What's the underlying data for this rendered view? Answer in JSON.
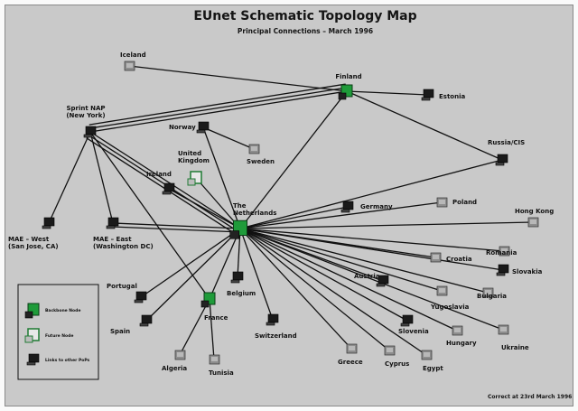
{
  "title": "EUnet Schematic Topology Map",
  "subtitle": "Principal Connections – March 1996",
  "footer": "Correct at 23rd March 1996",
  "colors": {
    "background": "#c9c9c9",
    "link": "#111111",
    "backbone_node": "#1f9b3a",
    "link_node": "#1a1a1a",
    "other_node": "#8d8d8d"
  },
  "legend": [
    {
      "label": "Backbone Node",
      "icon": "green-node-icon"
    },
    {
      "label": "Future Node",
      "icon": "hollow-node-icon"
    },
    {
      "label": "Links to other PoPs",
      "icon": "black-node-icon"
    }
  ],
  "nodes": [
    {
      "id": "iceland",
      "label": [
        "Iceland"
      ],
      "kind": "gray"
    },
    {
      "id": "finland",
      "label": [
        "Finland"
      ],
      "kind": "green"
    },
    {
      "id": "estonia",
      "label": [
        "Estonia"
      ],
      "kind": "black"
    },
    {
      "id": "sprint",
      "label": [
        "Sprint NAP",
        "(New York)"
      ],
      "kind": "black"
    },
    {
      "id": "norway",
      "label": [
        "Norway"
      ],
      "kind": "black"
    },
    {
      "id": "sweden",
      "label": [
        "Sweden"
      ],
      "kind": "gray"
    },
    {
      "id": "uk",
      "label": [
        "United",
        "Kingdom"
      ],
      "kind": "future"
    },
    {
      "id": "ireland",
      "label": [
        "Ireland"
      ],
      "kind": "black"
    },
    {
      "id": "russia",
      "label": [
        "Russia/CIS"
      ],
      "kind": "black"
    },
    {
      "id": "germany",
      "label": [
        "Germany"
      ],
      "kind": "black"
    },
    {
      "id": "poland",
      "label": [
        "Poland"
      ],
      "kind": "gray"
    },
    {
      "id": "hongkong",
      "label": [
        "Hong Kong"
      ],
      "kind": "gray"
    },
    {
      "id": "netherlands",
      "label": [
        "The",
        "Netherlands"
      ],
      "kind": "green"
    },
    {
      "id": "maewest",
      "label": [
        "MAE – West",
        "(San Jose, CA)"
      ],
      "kind": "black"
    },
    {
      "id": "maeeast",
      "label": [
        "MAE – East",
        "(Washington DC)"
      ],
      "kind": "black"
    },
    {
      "id": "romania",
      "label": [
        "Romania"
      ],
      "kind": "gray"
    },
    {
      "id": "croatia",
      "label": [
        "Croatia"
      ],
      "kind": "gray"
    },
    {
      "id": "slovakia",
      "label": [
        "Slovakia"
      ],
      "kind": "black"
    },
    {
      "id": "portugal",
      "label": [
        "Portugal"
      ],
      "kind": "black"
    },
    {
      "id": "belgium",
      "label": [
        "Belgium"
      ],
      "kind": "black"
    },
    {
      "id": "austria",
      "label": [
        "Austria"
      ],
      "kind": "black"
    },
    {
      "id": "yugoslavia",
      "label": [
        "Yugoslavia"
      ],
      "kind": "gray"
    },
    {
      "id": "bulgaria",
      "label": [
        "Bulgaria"
      ],
      "kind": "gray"
    },
    {
      "id": "france",
      "label": [
        "France"
      ],
      "kind": "green"
    },
    {
      "id": "spain",
      "label": [
        "Spain"
      ],
      "kind": "black"
    },
    {
      "id": "switzerland",
      "label": [
        "Switzerland"
      ],
      "kind": "black"
    },
    {
      "id": "slovenia",
      "label": [
        "Slovenia"
      ],
      "kind": "black"
    },
    {
      "id": "hungary",
      "label": [
        "Hungary"
      ],
      "kind": "gray"
    },
    {
      "id": "ukraine",
      "label": [
        "Ukraine"
      ],
      "kind": "gray"
    },
    {
      "id": "algeria",
      "label": [
        "Algeria"
      ],
      "kind": "gray"
    },
    {
      "id": "tunisia",
      "label": [
        "Tunisia"
      ],
      "kind": "gray"
    },
    {
      "id": "greece",
      "label": [
        "Greece"
      ],
      "kind": "gray"
    },
    {
      "id": "cyprus",
      "label": [
        "Cyprus"
      ],
      "kind": "gray"
    },
    {
      "id": "egypt",
      "label": [
        "Egypt"
      ],
      "kind": "gray"
    }
  ],
  "links": [
    [
      "iceland",
      "finland"
    ],
    [
      "finland",
      "estonia"
    ],
    [
      "finland",
      "russia"
    ],
    [
      "finland",
      "netherlands"
    ],
    [
      "finland",
      "sprint"
    ],
    [
      "finland",
      "sprint"
    ],
    [
      "finland",
      "sprint"
    ],
    [
      "sprint",
      "netherlands"
    ],
    [
      "sprint",
      "netherlands"
    ],
    [
      "sprint",
      "netherlands"
    ],
    [
      "sprint",
      "maewest"
    ],
    [
      "sprint",
      "maeeast"
    ],
    [
      "sprint",
      "france"
    ],
    [
      "norway",
      "netherlands"
    ],
    [
      "norway",
      "sweden"
    ],
    [
      "uk",
      "netherlands"
    ],
    [
      "ireland",
      "netherlands"
    ],
    [
      "maeeast",
      "netherlands"
    ],
    [
      "maeeast",
      "netherlands"
    ],
    [
      "russia",
      "netherlands"
    ],
    [
      "germany",
      "netherlands"
    ],
    [
      "poland",
      "netherlands"
    ],
    [
      "hongkong",
      "netherlands"
    ],
    [
      "romania",
      "netherlands"
    ],
    [
      "croatia",
      "netherlands"
    ],
    [
      "slovakia",
      "netherlands"
    ],
    [
      "bulgaria",
      "netherlands"
    ],
    [
      "austria",
      "netherlands"
    ],
    [
      "yugoslavia",
      "netherlands"
    ],
    [
      "slovenia",
      "netherlands"
    ],
    [
      "hungary",
      "netherlands"
    ],
    [
      "ukraine",
      "netherlands"
    ],
    [
      "greece",
      "netherlands"
    ],
    [
      "cyprus",
      "netherlands"
    ],
    [
      "egypt",
      "netherlands"
    ],
    [
      "switzerland",
      "netherlands"
    ],
    [
      "belgium",
      "netherlands"
    ],
    [
      "france",
      "netherlands"
    ],
    [
      "portugal",
      "netherlands"
    ],
    [
      "spain",
      "netherlands"
    ],
    [
      "france",
      "algeria"
    ],
    [
      "france",
      "tunisia"
    ]
  ]
}
